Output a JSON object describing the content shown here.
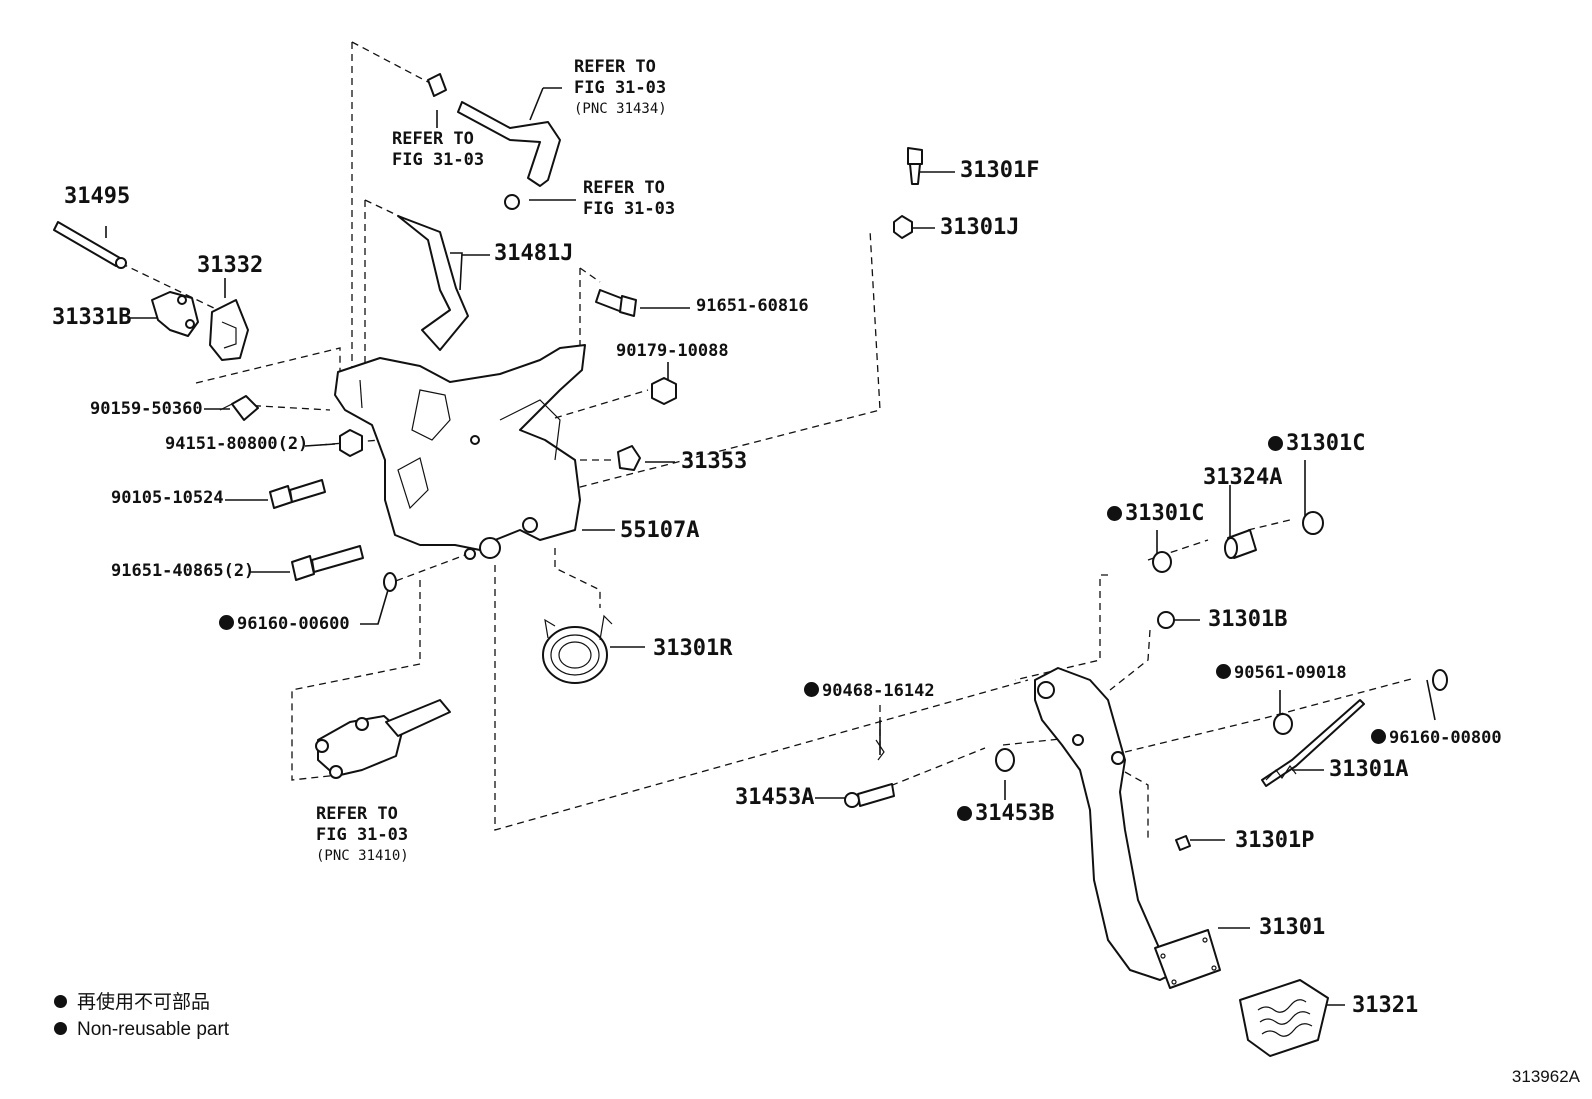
{
  "parts": {
    "p31495": "31495",
    "p31332": "31332",
    "p31331B": "31331B",
    "p90159": "90159-50360",
    "p94151": "94151-80800(2)",
    "p90105": "90105-10524",
    "p91651_40865": "91651-40865(2)",
    "p96160_00600": "96160-00600",
    "p31481J": "31481J",
    "p91651_60816": "91651-60816",
    "p90179": "90179-10088",
    "p31353": "31353",
    "p55107A": "55107A",
    "p31301R": "31301R",
    "p31301F": "31301F",
    "p31301J": "31301J",
    "p31301C_a": "31301C",
    "p31324A": "31324A",
    "p31301C_b": "31301C",
    "p31301B": "31301B",
    "p90561": "90561-09018",
    "p96160_00800": "96160-00800",
    "p31301A": "31301A",
    "p90468": "90468-16142",
    "p31453A": "31453A",
    "p31453B": "31453B",
    "p31301P": "31301P",
    "p31301": "31301",
    "p31321": "31321"
  },
  "refs": {
    "ref1": {
      "line1": "REFER TO",
      "line2": "FIG 31-03",
      "pnc": "(PNC 31434)"
    },
    "ref2": {
      "line1": "REFER TO",
      "line2": "FIG 31-03"
    },
    "ref3": {
      "line1": "REFER TO",
      "line2": "FIG 31-03"
    },
    "ref4": {
      "line1": "REFER TO",
      "line2": "FIG 31-03",
      "pnc": "(PNC 31410)"
    }
  },
  "legend": {
    "line_jp": "再使用不可部品",
    "line_en": "Non-reusable part"
  },
  "figure_id": "313962A"
}
